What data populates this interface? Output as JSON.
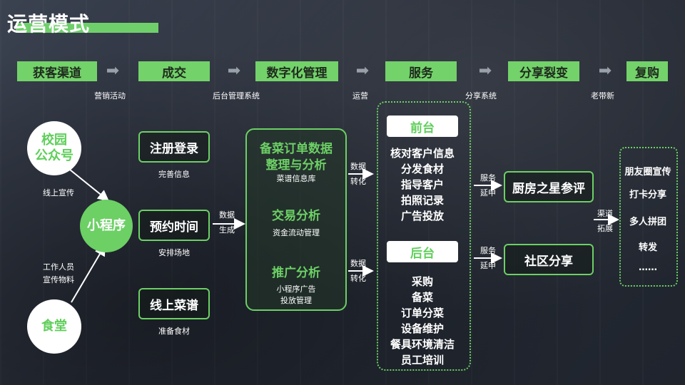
{
  "title": "运营模式",
  "stages": [
    "获客渠道",
    "成交",
    "数字化管理",
    "服务",
    "分享裂变",
    "复购"
  ],
  "transitions": [
    "营销活动",
    "后台管理系统",
    "运营",
    "分享系统",
    "老带新"
  ],
  "sources": {
    "campus": "校园\n公众号",
    "canteen": "食堂",
    "mini_program": "小程序",
    "online_promo": "线上宣传",
    "staff_promo": "工作人员\n宣传物料"
  },
  "deal": [
    {
      "title": "注册登录",
      "sub": "完善信息"
    },
    {
      "title": "预约时间",
      "sub": "安排场地"
    },
    {
      "title": "线上菜谱",
      "sub": "准备食材"
    }
  ],
  "data_generate": "数据\n生成",
  "data_convert": "数据\n转化",
  "digital": [
    {
      "title": "备菜订单数据\n整理与分析",
      "sub": "菜谱信息库"
    },
    {
      "title": "交易分析",
      "sub": "资金流动管理"
    },
    {
      "title": "推广分析",
      "sub": "小程序广告\n投放管理"
    }
  ],
  "service": {
    "front_label": "前台",
    "front_items": [
      "核对客户信息",
      "分发食材",
      "指导客户",
      "拍照记录",
      "广告投放"
    ],
    "back_label": "后台",
    "back_items": [
      "采购",
      "备菜",
      "订单分菜",
      "设备维护",
      "餐具环境清洁",
      "员工培训"
    ]
  },
  "service_extend": "服务\n延申",
  "share": [
    "厨房之星参评",
    "社区分享"
  ],
  "channel_expand": "渠道\n拓展",
  "repurchase": [
    "朋友圈宣传",
    "打卡分享",
    "多人拼团",
    "转发",
    "……"
  ],
  "colors": {
    "accent": "#6cd065"
  }
}
